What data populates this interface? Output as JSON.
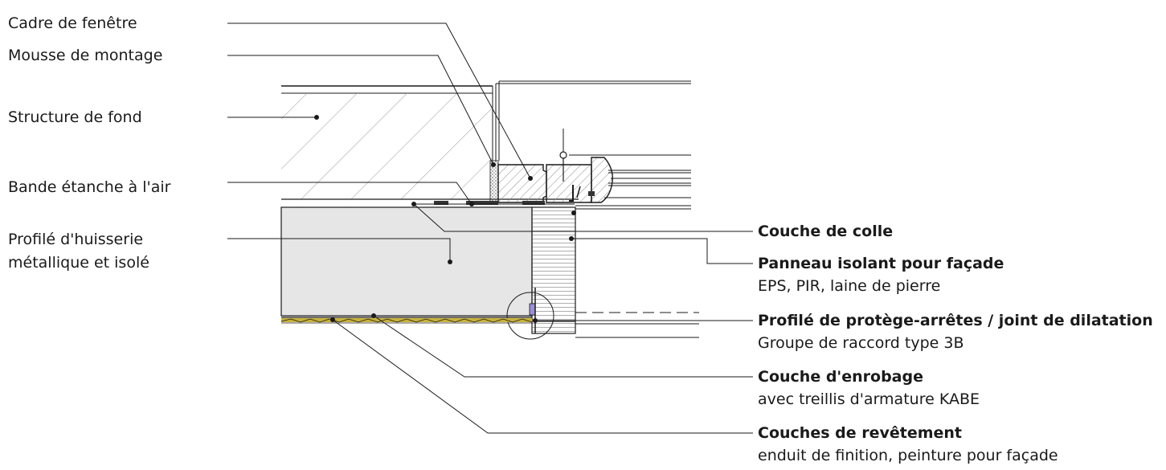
{
  "colors": {
    "line": "#1a1a1a",
    "insulation": "#e6e6e6",
    "hatch": "#9a9a9a",
    "tape": "#333333",
    "foam": "#bdbdbd",
    "coating": "#c9b23a",
    "profile_accent": "#9b8fd6"
  },
  "labels_left": {
    "window_frame": "Cadre de fenêtre",
    "mounting_foam": "Mousse de montage",
    "background_structure": "Structure de fond",
    "airtight_tape": "Bande étanche à l'air",
    "door_profile_line1": "Profilé d'huisserie",
    "door_profile_line2": "métallique et isolé"
  },
  "labels_right": {
    "glue_layer": "Couche de colle",
    "facade_panel_title": "Panneau isolant pour façade",
    "facade_panel_sub": "EPS, PIR, laine de pierre",
    "edge_profile_title": "Profilé de protège-arrêtes / joint de dilatation",
    "edge_profile_sub": "Groupe de raccord type 3B",
    "coating_layer_title": "Couche d'enrobage",
    "coating_layer_sub": "avec treillis d'armature KABE",
    "finish_layers_title": "Couches de revêtement",
    "finish_layers_sub": "enduit de finition, peinture pour façade"
  }
}
